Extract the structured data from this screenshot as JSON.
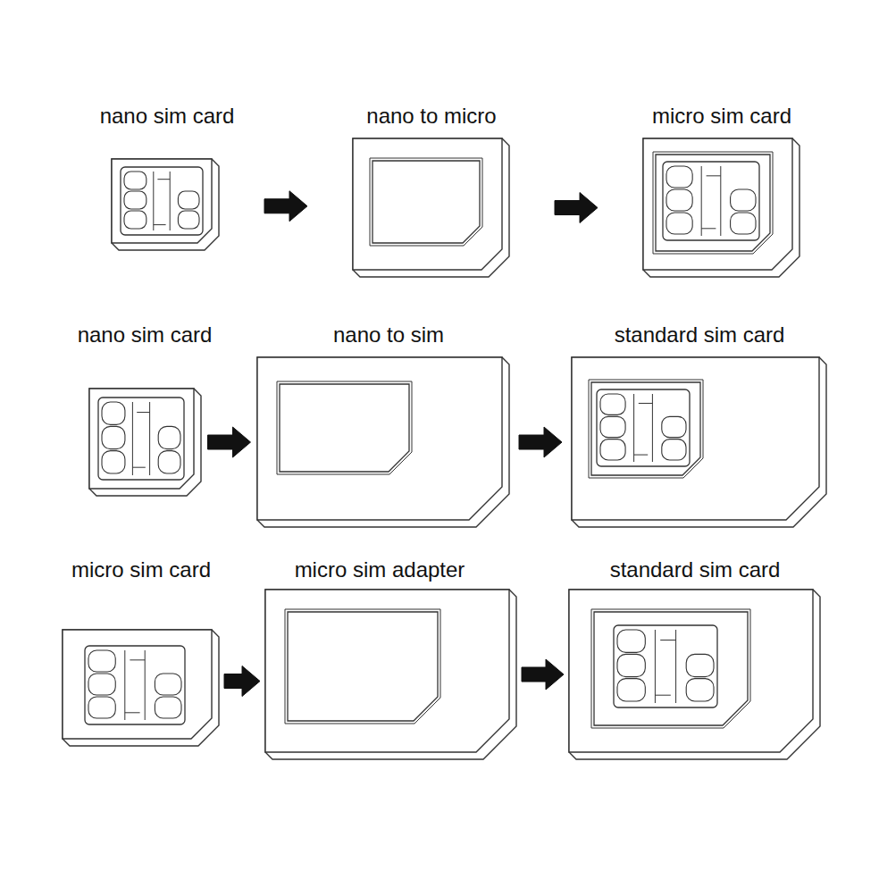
{
  "diagram": {
    "nodes": [
      {
        "text": [
          "nano sim card"
        ]
      },
      {
        "text": [
          "nano to micro"
        ]
      },
      {
        "text": [
          "micro sim card"
        ]
      },
      {
        "text": [
          "nano sim card"
        ]
      },
      {
        "text": [
          "nano to sim"
        ]
      },
      {
        "text": [
          "standard sim card"
        ]
      },
      {
        "text": [
          "micro sim card"
        ]
      },
      {
        "text": [
          "micro sim adapter"
        ]
      },
      {
        "text": [
          "standard sim card"
        ]
      }
    ],
    "edges": [
      {
        "from": 0,
        "to": 1,
        "arrow": "to"
      },
      {
        "from": 1,
        "to": 2,
        "arrow": "to"
      },
      {
        "from": 3,
        "to": 4,
        "arrow": "to"
      },
      {
        "from": 4,
        "to": 5,
        "arrow": "to"
      },
      {
        "from": 6,
        "to": 7,
        "arrow": "to"
      },
      {
        "from": 7,
        "to": 8,
        "arrow": "to"
      }
    ]
  }
}
